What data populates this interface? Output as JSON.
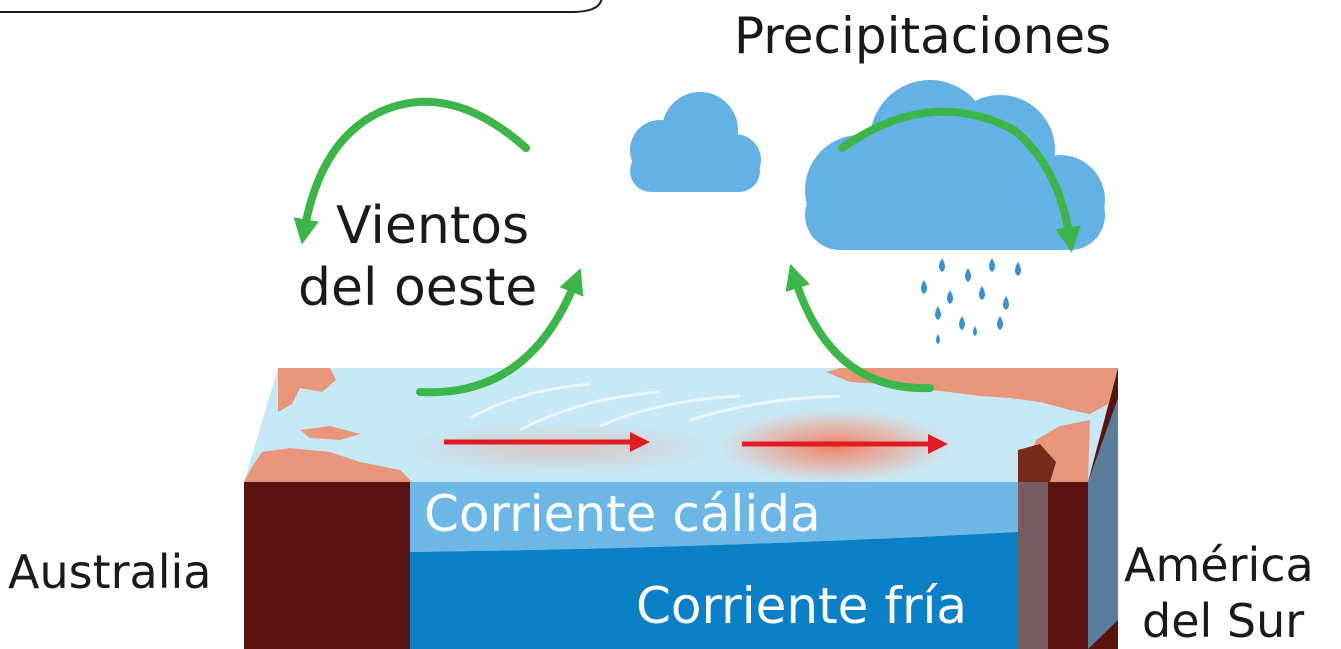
{
  "labels": {
    "rain": "Precipitaciones",
    "winds_line1": "Vientos",
    "winds_line2": "del oeste",
    "warm_current": "Corriente cálida",
    "cold_current": "Corriente fría",
    "left_land": "Australia",
    "right_land_line1": "América",
    "right_land_line2": "del Sur"
  },
  "colors": {
    "ocean_surface": "#c6e8f5",
    "warm_layer": "#6cb7e6",
    "cold_layer": "#0b80c6",
    "land_top": "#e8967a",
    "land_side": "#5a1410",
    "cloud": "#64b1e3",
    "wind_arrow": "#3cb64a",
    "current_arrow": "#e11b22",
    "warm_spot": "#f0785a"
  }
}
